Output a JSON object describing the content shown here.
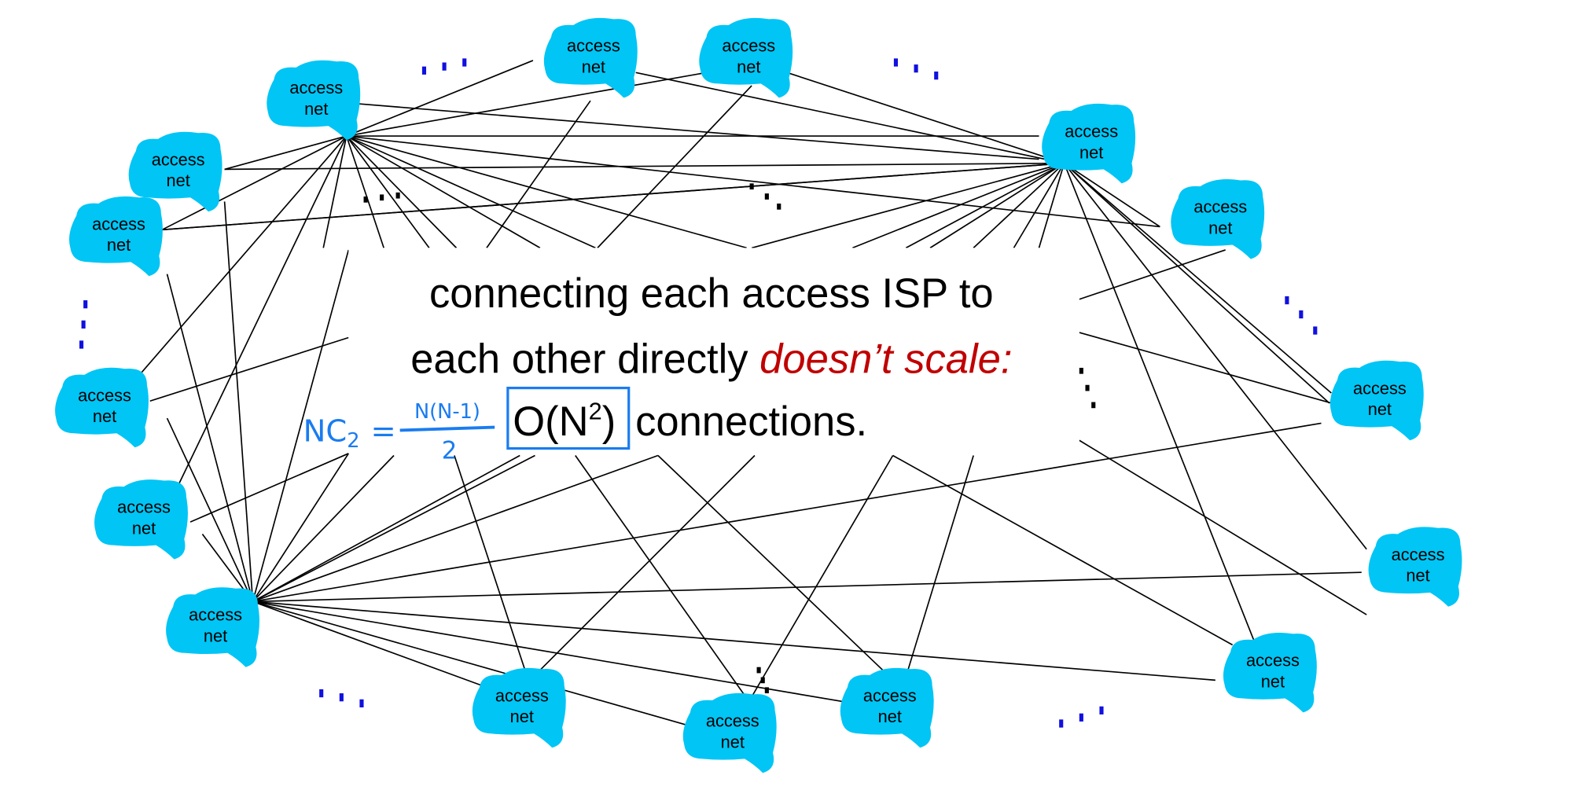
{
  "node_label": {
    "line1": "access",
    "line2": "net"
  },
  "node_count": 16,
  "caption": {
    "line1": "connecting each access ISP to",
    "line2_plain": "each other directly ",
    "line2_emphasis": "doesn’t scale:",
    "big_o": "O(N",
    "big_o_exp": "2",
    "big_o_close": ")",
    "line3_rest": " connections."
  },
  "annotation": {
    "lhs": "NC",
    "lhs_sub": "2",
    "equals": "=",
    "numerator": "N(N-1)",
    "denominator": "2"
  },
  "colors": {
    "cloud": "#00c5f5",
    "emphasis": "#c00000",
    "annotation": "#1a7cf0",
    "dots": "#1010e0"
  }
}
